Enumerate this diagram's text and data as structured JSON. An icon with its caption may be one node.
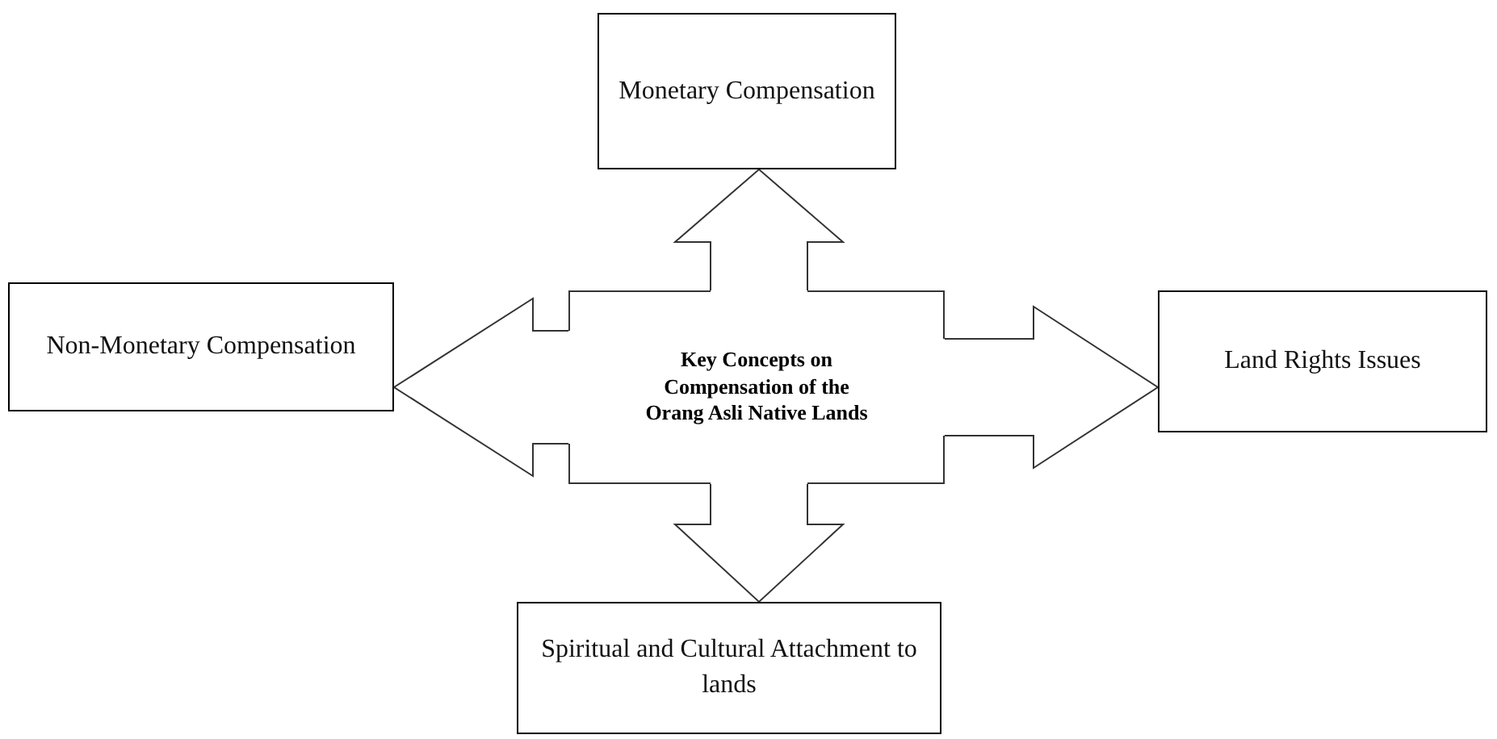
{
  "diagram": {
    "nodes": [
      {
        "text": [
          "Key Concepts on Compensation of the Orang Asli Native Lands"
        ]
      },
      {
        "text": [
          "Monetary Compensation"
        ]
      },
      {
        "text": [
          "Non-Monetary Compensation"
        ]
      },
      {
        "text": [
          "Land Rights Issues"
        ]
      },
      {
        "text": [
          "Spiritual and Cultural Attachment to lands"
        ]
      }
    ],
    "edges": [
      {
        "from": 0,
        "to": 1,
        "arrow": "to"
      },
      {
        "from": 0,
        "to": 2,
        "arrow": "to"
      },
      {
        "from": 0,
        "to": 3,
        "arrow": "to"
      },
      {
        "from": 0,
        "to": 4,
        "arrow": "to"
      }
    ]
  }
}
